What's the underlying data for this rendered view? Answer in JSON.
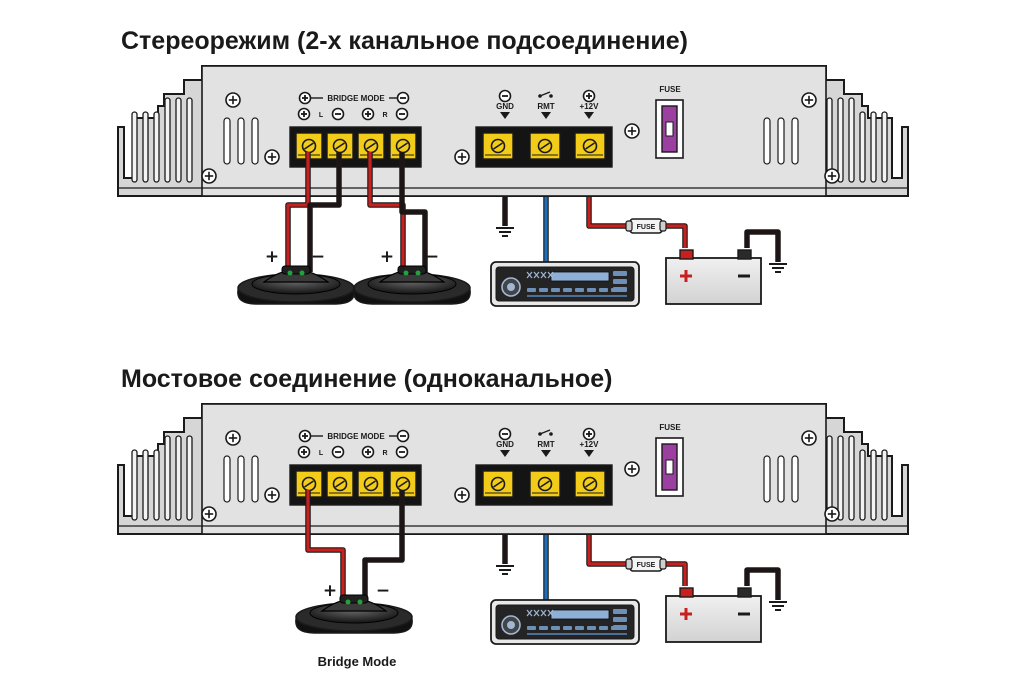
{
  "diagram": {
    "sections": [
      {
        "title": "Стереорежим (2-х канальное подсоединение)",
        "mode": "stereo",
        "speaker_caption": ""
      },
      {
        "title": "Мостовое соединение (одноканальное)",
        "mode": "bridge",
        "speaker_caption": "Bridge Mode"
      }
    ],
    "amp_labels": {
      "bridge_mode": "BRIDGE MODE",
      "left": "L",
      "right": "R",
      "gnd": "GND",
      "rmt": "RMT",
      "plus12v": "+12V",
      "fuse": "FUSE",
      "inline_fuse": "FUSE"
    },
    "symbols": {
      "plus": "+",
      "minus": "−"
    },
    "colors": {
      "positive_wire": "#c8201e",
      "negative_wire": "#1e1414",
      "remote_wire": "#1f6fb8",
      "terminal": "#f3cc1a",
      "fuse": "#9b3fa0",
      "chassis": "#d6d6d6",
      "outline": "#1a1a1a"
    },
    "icons": [
      "amplifier-chassis",
      "speaker-icon",
      "car-head-unit-icon",
      "battery-icon",
      "ground-icon",
      "inline-fuse-icon"
    ]
  }
}
